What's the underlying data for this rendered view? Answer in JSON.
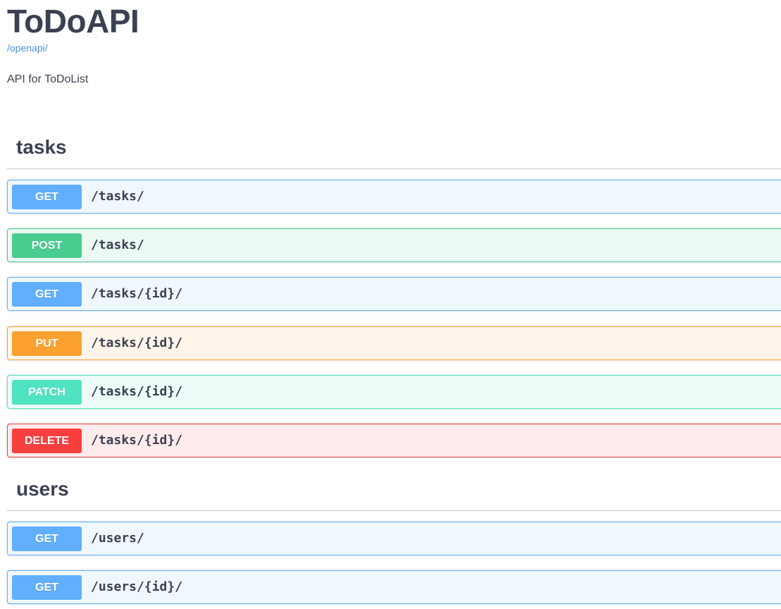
{
  "info": {
    "title": "ToDoAPI",
    "spec_link": "/openapi/",
    "description": "API for ToDoList"
  },
  "colors": {
    "get": "#61affe",
    "post": "#49cc90",
    "put": "#fca130",
    "patch": "#50e3c2",
    "delete": "#f93e3e",
    "link": "#4990e2",
    "text": "#3b4151"
  },
  "sections": [
    {
      "name": "tasks",
      "operations": [
        {
          "method": "GET",
          "path": "/tasks/"
        },
        {
          "method": "POST",
          "path": "/tasks/"
        },
        {
          "method": "GET",
          "path": "/tasks/{id}/"
        },
        {
          "method": "PUT",
          "path": "/tasks/{id}/"
        },
        {
          "method": "PATCH",
          "path": "/tasks/{id}/"
        },
        {
          "method": "DELETE",
          "path": "/tasks/{id}/"
        }
      ]
    },
    {
      "name": "users",
      "operations": [
        {
          "method": "GET",
          "path": "/users/"
        },
        {
          "method": "GET",
          "path": "/users/{id}/"
        }
      ]
    }
  ]
}
